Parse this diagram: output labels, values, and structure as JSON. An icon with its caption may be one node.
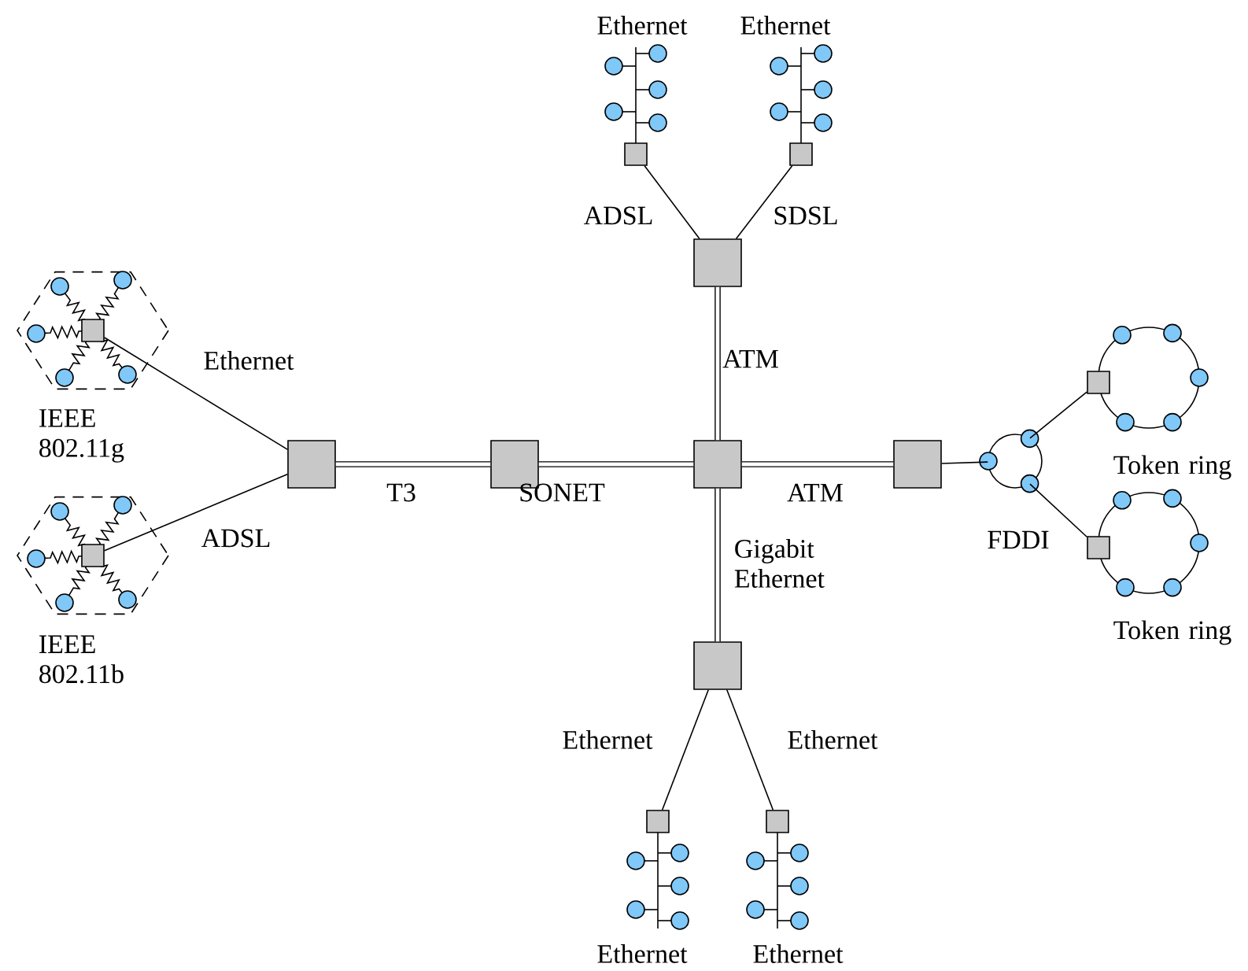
{
  "diagram": {
    "nodes": [
      {
        "text": [],
        "shape": "box"
      },
      {
        "text": [],
        "shape": "box"
      },
      {
        "text": [],
        "shape": "box"
      },
      {
        "text": [],
        "shape": "box",
        "beside": [
          "IEEE 802.11g"
        ]
      },
      {
        "text": [],
        "shape": "box",
        "beside": [
          "Token ring"
        ]
      },
      {
        "text": [],
        "shape": "box"
      },
      {
        "text": [],
        "shape": "box"
      },
      {
        "text": [],
        "shape": "box"
      },
      {
        "text": [],
        "shape": "box"
      },
      {
        "text": [],
        "shape": "circle",
        "beside": [
          "FDDI"
        ]
      },
      {
        "text": [],
        "shape": "box",
        "beside": [
          "IEEE 802.11b"
        ]
      },
      {
        "text": [],
        "shape": "box",
        "beside": [
          "Token ring"
        ]
      },
      {
        "text": [],
        "shape": "box"
      },
      {
        "text": [],
        "shape": "box"
      },
      {
        "text": [],
        "shape": "box"
      }
    ],
    "labels": [
      "Ethernet",
      "Ethernet",
      "Ethernet",
      "Ethernet"
    ],
    "edges": [
      {
        "from": 0,
        "to": 2,
        "arrow": "none",
        "label": "ADSL"
      },
      {
        "from": 1,
        "to": 2,
        "arrow": "none",
        "label": "SDSL"
      },
      {
        "from": 2,
        "to": 7,
        "arrow": "none",
        "label": "ATM",
        "style": "thick"
      },
      {
        "from": 3,
        "to": 5,
        "arrow": "none",
        "label": "Ethernet"
      },
      {
        "from": 10,
        "to": 5,
        "arrow": "none",
        "label": "ADSL"
      },
      {
        "from": 5,
        "to": 6,
        "arrow": "none",
        "label": "T3",
        "style": "thick"
      },
      {
        "from": 6,
        "to": 7,
        "arrow": "none",
        "label": "SONET",
        "style": "thick"
      },
      {
        "from": 7,
        "to": 8,
        "arrow": "none",
        "label": "ATM",
        "style": "thick"
      },
      {
        "from": 8,
        "to": 9,
        "arrow": "none"
      },
      {
        "from": 9,
        "to": 4,
        "arrow": "none"
      },
      {
        "from": 9,
        "to": 11,
        "arrow": "none"
      },
      {
        "from": 7,
        "to": 12,
        "arrow": "none",
        "label": "Gigabit Ethernet",
        "style": "thick"
      },
      {
        "from": 12,
        "to": 13,
        "arrow": "none",
        "label": "Ethernet"
      },
      {
        "from": 12,
        "to": 14,
        "arrow": "none",
        "label": "Ethernet"
      }
    ]
  }
}
